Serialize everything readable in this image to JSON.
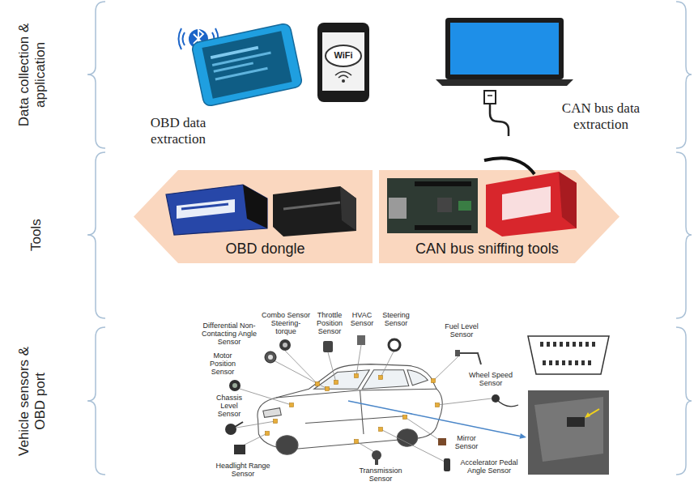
{
  "diagram": {
    "nodes": [
      {
        "text": [
          "OBD dongle"
        ]
      },
      {
        "text": [
          "CAN bus sniffing tools"
        ]
      }
    ],
    "labels": [
      "Data collection & application",
      "Tools",
      "Vehicle sensors & OBD port",
      "OBD data extraction",
      "WiFi",
      "CAN bus data extraction",
      "Combo Sensor Steering-torque",
      "Throttle Position Sensor",
      "HVAC Sensor",
      "Steering Sensor",
      "Differential Non-Contacting Angle Sensor",
      "Motor Position Sensor",
      "Fuel Level Sensor",
      "Chassis Level Sensor",
      "Wheel Speed Sensor",
      "Mirror Sensor",
      "Accelerator Pedal Angle Sensor",
      "Headlight Range Sensor",
      "Transmission Sensor"
    ]
  }
}
